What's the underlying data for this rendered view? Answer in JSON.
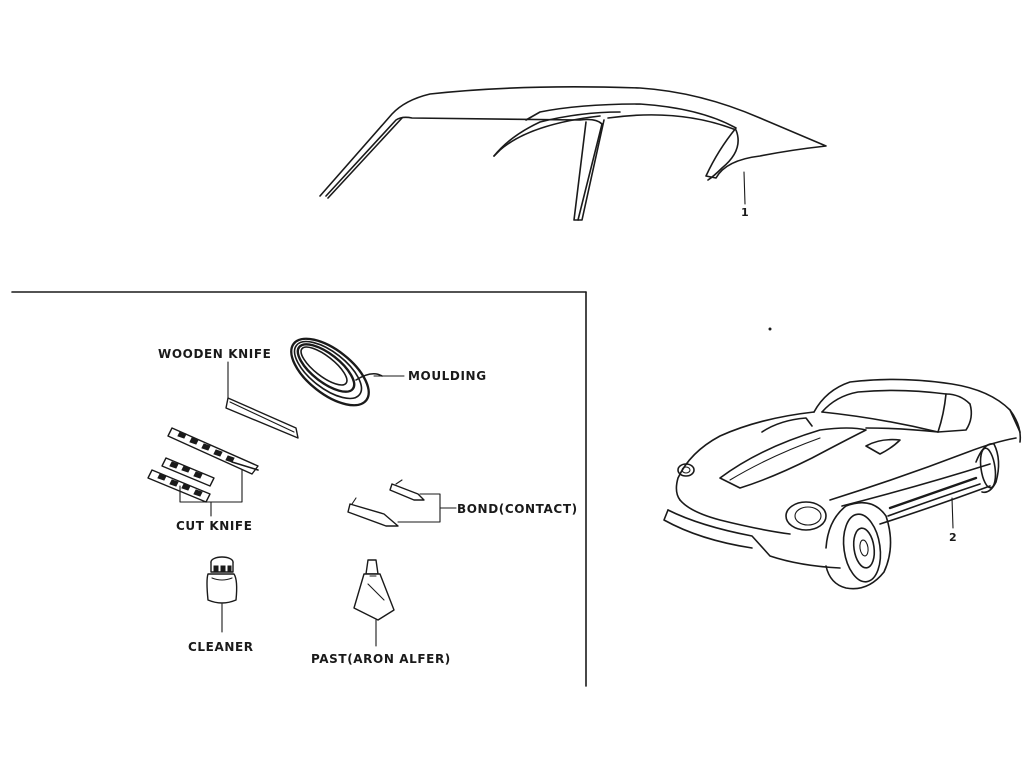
{
  "callouts": {
    "roof_moulding_number": "1",
    "side_moulding_number": "2"
  },
  "kit": {
    "wooden_knife": "WOODEN KNIFE",
    "moulding": "MOULDING",
    "cut_knife": "CUT KNIFE",
    "bond": "BOND(CONTACT)",
    "cleaner": "CLEANER",
    "past": "PAST(ARON ALFER)"
  },
  "colors": {
    "ink": "#1a1a1a",
    "background": "#ffffff"
  }
}
